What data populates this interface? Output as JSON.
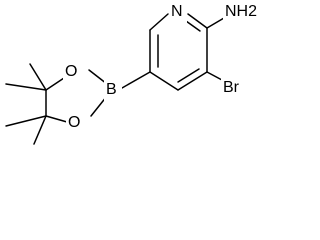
{
  "molecule": {
    "atoms": {
      "pyridine_n": "N",
      "amine": "NH2",
      "bromine": "Br",
      "boron": "B",
      "oxygen_top": "O",
      "oxygen_bottom": "O"
    }
  }
}
